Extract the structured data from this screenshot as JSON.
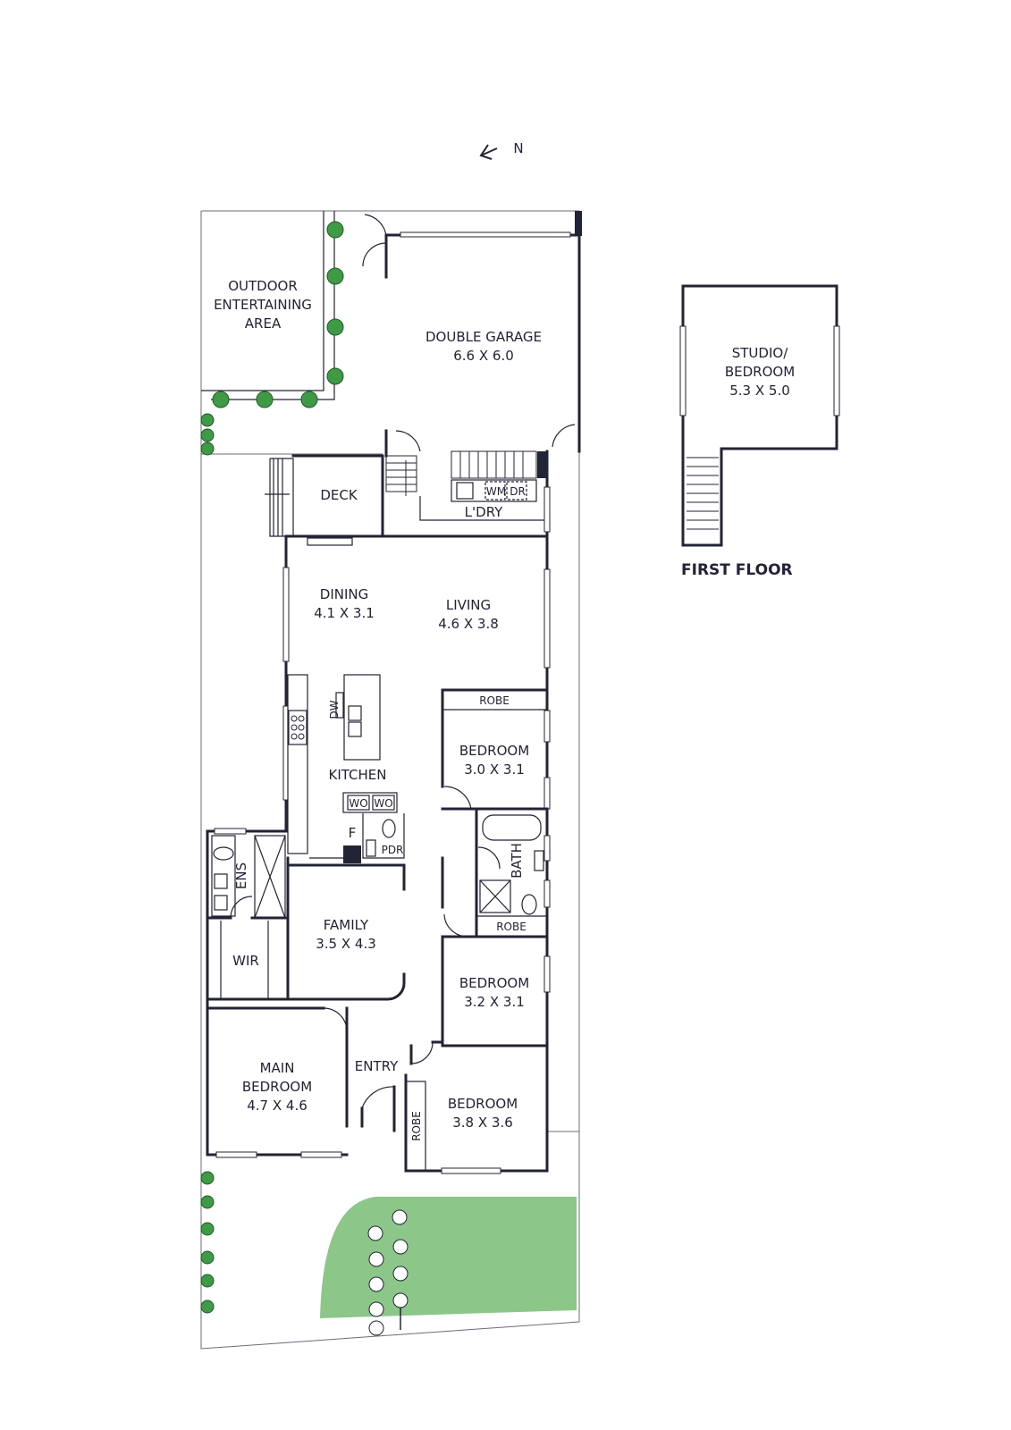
{
  "compass": {
    "label": "N"
  },
  "ground_floor": {
    "outdoor": [
      "OUTDOOR",
      "ENTERTAINING",
      "AREA"
    ],
    "garage": {
      "name": "DOUBLE GARAGE",
      "size": "6.6 X 6.0"
    },
    "deck": "DECK",
    "laundry": "L'DRY",
    "washing_machine": "WM",
    "dryer": "DR",
    "dining": {
      "name": "DINING",
      "size": "4.1 X 3.1"
    },
    "living": {
      "name": "LIVING",
      "size": "4.6 X 3.8"
    },
    "dishwasher": "DW",
    "kitchen": "KITCHEN",
    "wall_oven_1": "WO",
    "wall_oven_2": "WO",
    "fridge": "F",
    "powder": "PDR",
    "robe_top": "ROBE",
    "bedroom_2": {
      "name": "BEDROOM",
      "size": "3.0 X 3.1"
    },
    "bath": "BATH",
    "robe_mid": "ROBE",
    "ensuite": "ENS",
    "wir": "WIR",
    "family": {
      "name": "FAMILY",
      "size": "3.5 X 4.3"
    },
    "bedroom_3": {
      "name": "BEDROOM",
      "size": "3.2 X 3.1"
    },
    "main_bedroom": {
      "line1": "MAIN",
      "line2": "BEDROOM",
      "size": "4.7 X 4.6"
    },
    "entry": "ENTRY",
    "robe_bottom": "ROBE",
    "bedroom_4": {
      "name": "BEDROOM",
      "size": "3.8 X 3.6"
    }
  },
  "first_floor": {
    "title": "FIRST FLOOR",
    "studio": {
      "line1": "STUDIO/",
      "line2": "BEDROOM",
      "size": "5.3 X 5.0"
    }
  },
  "colors": {
    "ink": "#232336",
    "lawn": "#8cc689",
    "plant": "#3f9a46"
  }
}
